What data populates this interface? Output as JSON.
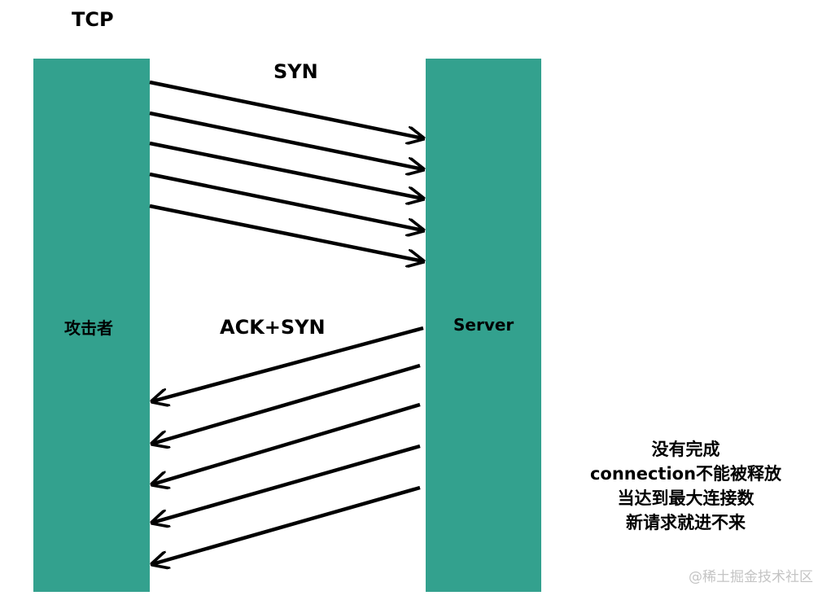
{
  "title": "TCP",
  "attacker": {
    "label": "攻击者"
  },
  "server": {
    "label": "Server"
  },
  "syn": {
    "label": "SYN"
  },
  "ack_syn": {
    "label": "ACK+SYN"
  },
  "note": {
    "lines": [
      "没有完成",
      "connection不能被释放",
      "当达到最大连接数",
      "新请求就进不来"
    ]
  },
  "watermark": "@稀土掘金技术社区",
  "colors": {
    "bar": "#33a18e",
    "arrow": "#000000"
  },
  "syn_arrow_count": 5,
  "ack_syn_arrow_count": 5
}
